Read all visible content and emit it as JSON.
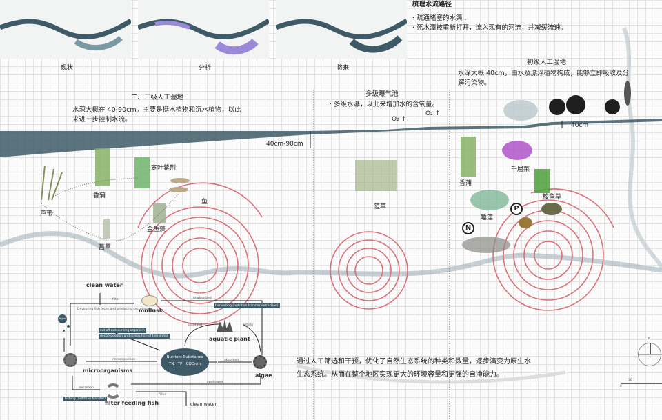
{
  "thumbnails": [
    {
      "label": "现状"
    },
    {
      "label": "分析"
    },
    {
      "label": "将来"
    }
  ],
  "water_path": {
    "title": "梳理水流路径",
    "points": [
      "· 疏通堵塞的水渠 .",
      "· 死水潭被重新打开，流入现有的河流，并减缓流速。"
    ]
  },
  "primary_wetland": {
    "title": "初级人工湿地",
    "desc_line1": "水深大概 40cm，由水及漂浮植物构成，能够立即吸收及分",
    "desc_line2": "解污染物。",
    "depth": "40cm"
  },
  "secondary_wetland": {
    "title": "二、三级人工湿地",
    "desc_line1": "水深大概在 40-90cm。主要是挺水植物和沉水植物，以此",
    "desc_line2": "来进一步控制水流。",
    "depth": "40cm-90cm"
  },
  "aeration_pond": {
    "title": "多级曝气池",
    "desc": "· 多级水瀑，以此来增加水的含氧量。",
    "o2_label": "O₂"
  },
  "plants_left": [
    "芦苇",
    "香蒲",
    "宽叶紫荆",
    "鱼",
    "金鱼藻",
    "菖草"
  ],
  "plants_middle": [
    "菹草"
  ],
  "plants_right": [
    "香蒲",
    "千屈菜",
    "梭鱼草",
    "睡莲"
  ],
  "nutrient_markers": [
    "P",
    "N"
  ],
  "cycle": {
    "clean_water_top": "clean water",
    "mollusk": "mollusk",
    "aquatic_plant": "aquatic plant",
    "microorganisms": "microorganisms",
    "algae": "algae",
    "filter_fish": "filter feeding fish",
    "clean_water_bottom": "clean water",
    "nutrient_title": "Nutrient Substance",
    "nutrient_items": "TN   TP   CODmn",
    "n_gas": "N gas",
    "edge_labels": {
      "filter1": "filter",
      "unabsorbed": "unabsorbed",
      "devouring": "Devouring fish feces and producing secretions",
      "harvest": "harvesting (nutrition transfer extraction)",
      "cutoff1": "cut off outsourcing organism",
      "cutoff2": "decomposition and dissolution of tide water",
      "absorbed1": "absorbed",
      "exhale": "exhale",
      "decomposition": "decomposition",
      "absorbed2": "absorbed",
      "swallowed": "swallowed",
      "excretion": "excretion",
      "fishing": "Fishing (nutrition transfer)",
      "filter2": "filter"
    }
  },
  "summary": {
    "line1": "通过人工筛选和干预，优化了自然生态系统的种类和数量，逐步演变为原生水",
    "line2": "生态系统。从而在整个地区实现更大的环境容量和更强的自净能力。"
  },
  "compass": {
    "north": "N"
  },
  "scale": {
    "zero": "0",
    "mark": "30"
  },
  "colors": {
    "river": "#3e5a66",
    "rings": "#d9707a",
    "grid": "#e4e4e4"
  }
}
